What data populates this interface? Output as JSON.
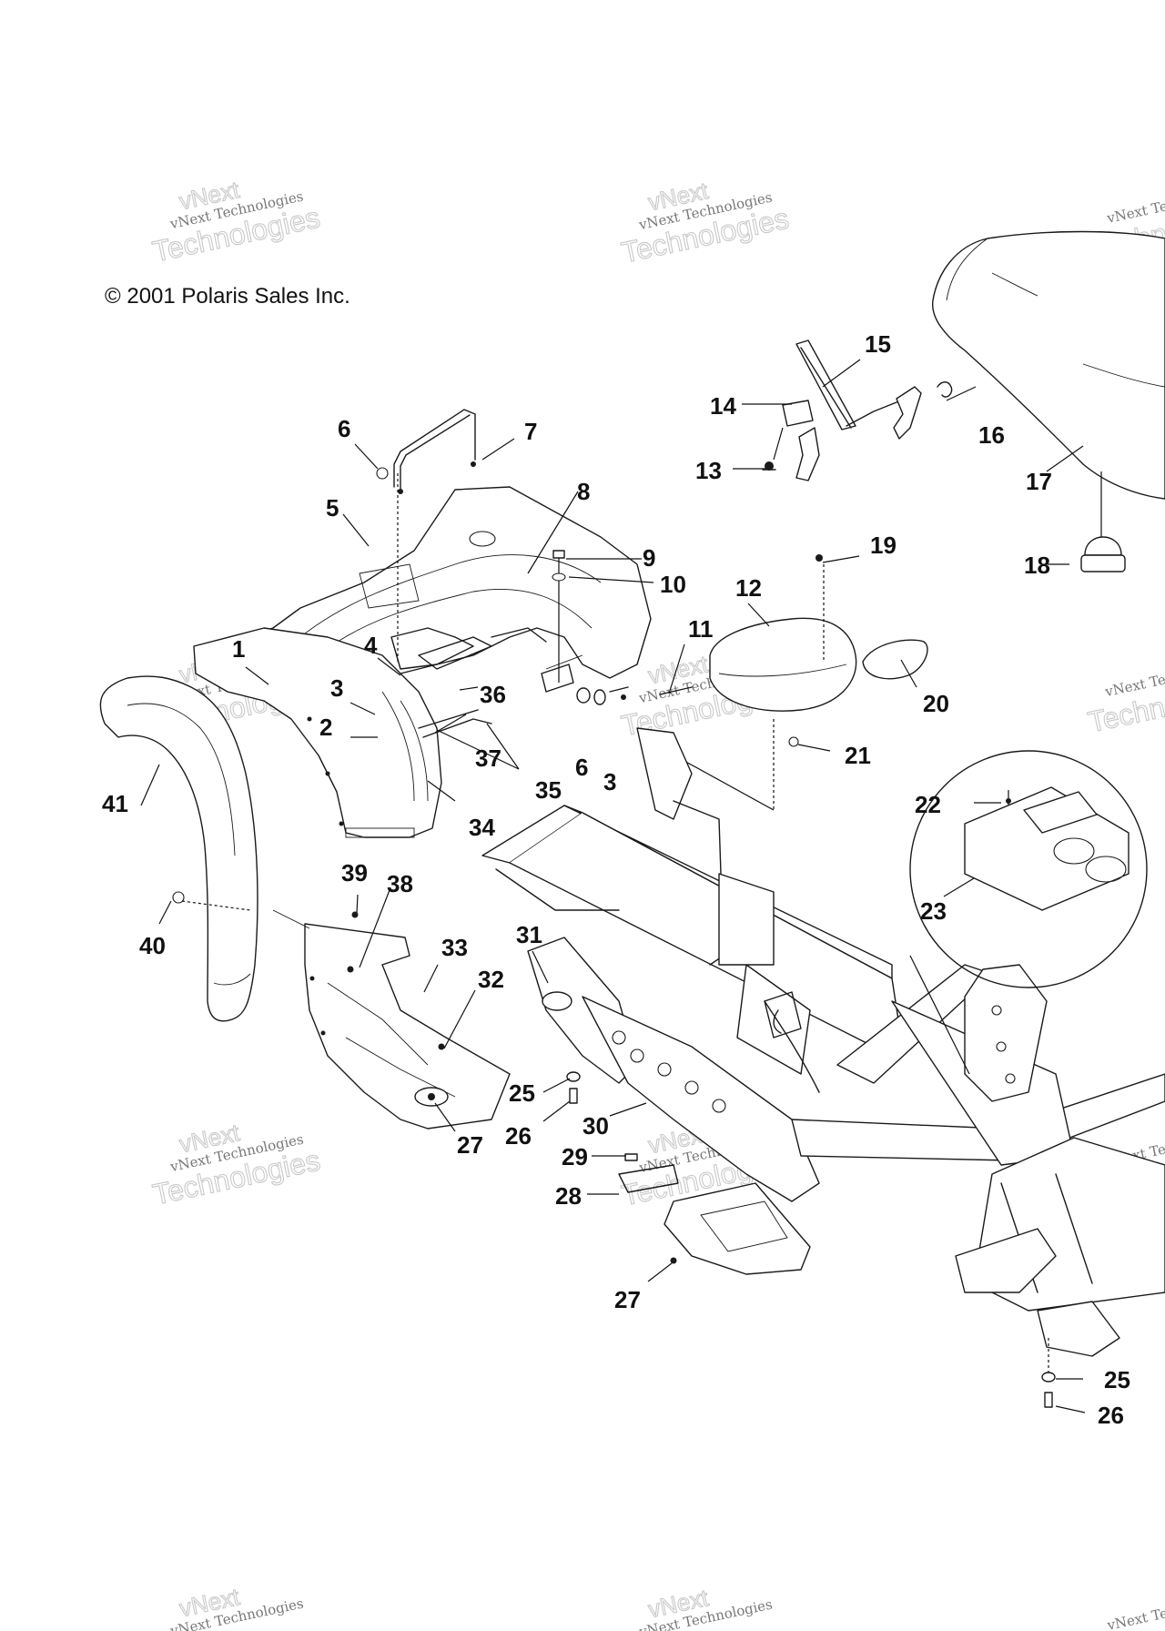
{
  "copyright": "© 2001 Polaris Sales Inc.",
  "watermark": {
    "line1": "vNext",
    "line2": "vNext Technologies",
    "line3": "Technologies"
  },
  "callouts": [
    {
      "id": "1",
      "label": "1"
    },
    {
      "id": "2",
      "label": "2"
    },
    {
      "id": "3a",
      "label": "3"
    },
    {
      "id": "3b",
      "label": "3"
    },
    {
      "id": "4",
      "label": "4"
    },
    {
      "id": "5",
      "label": "5"
    },
    {
      "id": "6a",
      "label": "6"
    },
    {
      "id": "6b",
      "label": "6"
    },
    {
      "id": "7",
      "label": "7"
    },
    {
      "id": "8",
      "label": "8"
    },
    {
      "id": "9",
      "label": "9"
    },
    {
      "id": "10",
      "label": "10"
    },
    {
      "id": "11",
      "label": "11"
    },
    {
      "id": "12",
      "label": "12"
    },
    {
      "id": "13",
      "label": "13"
    },
    {
      "id": "14",
      "label": "14"
    },
    {
      "id": "15",
      "label": "15"
    },
    {
      "id": "16",
      "label": "16"
    },
    {
      "id": "17",
      "label": "17"
    },
    {
      "id": "18",
      "label": "18"
    },
    {
      "id": "19",
      "label": "19"
    },
    {
      "id": "20",
      "label": "20"
    },
    {
      "id": "21",
      "label": "21"
    },
    {
      "id": "22",
      "label": "22"
    },
    {
      "id": "23",
      "label": "23"
    },
    {
      "id": "25a",
      "label": "25"
    },
    {
      "id": "25b",
      "label": "25"
    },
    {
      "id": "26a",
      "label": "26"
    },
    {
      "id": "26b",
      "label": "26"
    },
    {
      "id": "27a",
      "label": "27"
    },
    {
      "id": "27b",
      "label": "27"
    },
    {
      "id": "28",
      "label": "28"
    },
    {
      "id": "29",
      "label": "29"
    },
    {
      "id": "30",
      "label": "30"
    },
    {
      "id": "31",
      "label": "31"
    },
    {
      "id": "32",
      "label": "32"
    },
    {
      "id": "33",
      "label": "33"
    },
    {
      "id": "34",
      "label": "34"
    },
    {
      "id": "35",
      "label": "35"
    },
    {
      "id": "36",
      "label": "36"
    },
    {
      "id": "37",
      "label": "37"
    },
    {
      "id": "38",
      "label": "38"
    },
    {
      "id": "39",
      "label": "39"
    },
    {
      "id": "40",
      "label": "40"
    },
    {
      "id": "41",
      "label": "41"
    }
  ]
}
